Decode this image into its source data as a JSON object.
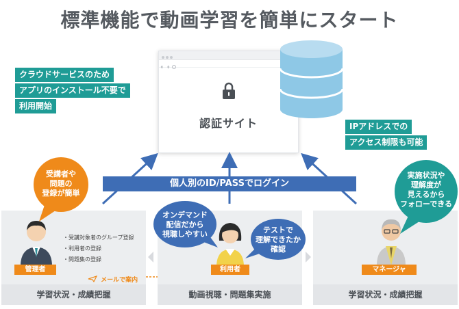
{
  "title": "標準機能で動画学習を簡単にスタート",
  "features_left": [
    "クラウドサービスのため",
    "アプリのインストール不要で",
    "利用開始"
  ],
  "features_right": [
    "IPアドレスでの",
    "アクセス制限も可能"
  ],
  "center": {
    "label": "認証サイト"
  },
  "login_bar": "個人別のID/PASSでログイン",
  "bubbles": {
    "admin": [
      "受講者や",
      "問題の",
      "登録が簡単"
    ],
    "user_left": [
      "オンデマンド",
      "配信だから",
      "視聴しやすい"
    ],
    "user_right": [
      "テストで",
      "理解できたか",
      "確認"
    ],
    "manager": [
      "実施状況や",
      "理解度が",
      "見えるから",
      "フォローできる"
    ]
  },
  "panels": {
    "admin": {
      "role": "管理者",
      "tasks": [
        "受講対象者のグループ登録",
        "利用者の登録",
        "問題集の登録"
      ],
      "mail": "メールで案内",
      "footer": "学習状況・成績把握"
    },
    "user": {
      "role": "利用者",
      "footer": "動画視聴・問題集実施"
    },
    "manager": {
      "role": "マネージャ",
      "footer": "学習状況・成績把握"
    }
  },
  "colors": {
    "teal": "#1f9c96",
    "blue": "#3e6db5",
    "orange": "#ef8a1a",
    "panel": "#eceef0",
    "db": "#7fbfe0"
  }
}
